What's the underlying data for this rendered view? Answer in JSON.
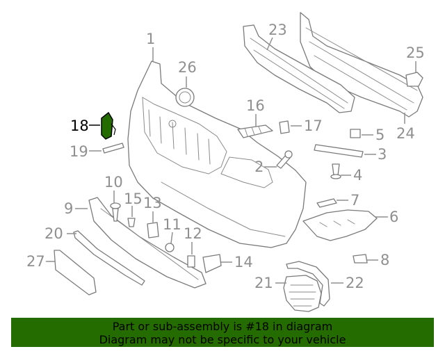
{
  "diagram": {
    "highlight_color": "#246c00",
    "highlighted_part": "18",
    "callouts": [
      "1",
      "2",
      "3",
      "4",
      "5",
      "6",
      "7",
      "8",
      "9",
      "10",
      "11",
      "12",
      "13",
      "14",
      "15",
      "16",
      "17",
      "18",
      "19",
      "20",
      "21",
      "22",
      "23",
      "24",
      "25",
      "26",
      "27"
    ]
  },
  "banner": {
    "background": "#246c00",
    "line1": "Part or sub-assembly is #18 in diagram",
    "line2": "Diagram may not be specific to your vehicle"
  }
}
